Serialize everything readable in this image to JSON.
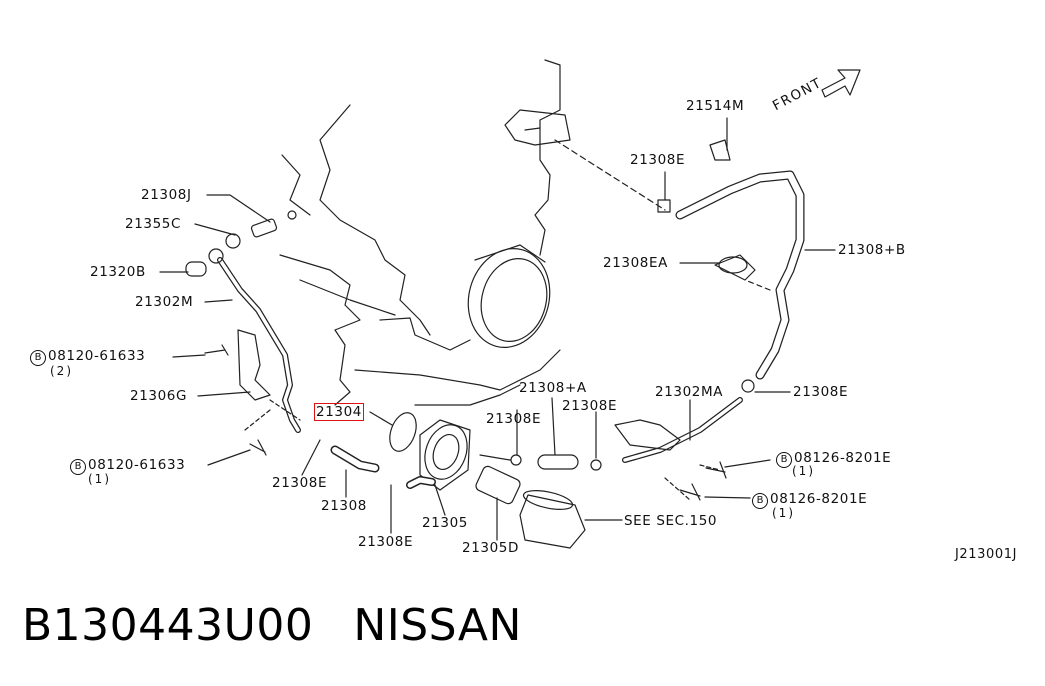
{
  "diagram": {
    "direction_label": "FRONT",
    "labels": {
      "p21308J": "21308J",
      "p21355C": "21355C",
      "p21320B": "21320B",
      "p21302M": "21302M",
      "p08120_top": "08120-61633",
      "p08120_top_qty": "(2)",
      "p21306G": "21306G",
      "p21304": "21304",
      "p08120_bot": "08120-61633",
      "p08120_bot_qty": "(1)",
      "p21308E_a": "21308E",
      "p21308": "21308",
      "p21308E_b": "21308E",
      "p21305": "21305",
      "p21305D": "21305D",
      "p21308E_c": "21308E",
      "p21308pA": "21308+A",
      "p21308E_d": "21308E",
      "see_sec": "SEE SEC.150",
      "p21302MA": "21302MA",
      "p21308E_e": "21308E",
      "p08126_top": "08126-8201E",
      "p08126_top_qty": "(1)",
      "p08126_bot": "08126-8201E",
      "p08126_bot_qty": "(1)",
      "p21514M": "21514M",
      "p21308E_f": "21308E",
      "p21308pB": "21308+B",
      "p21308EA": "21308EA",
      "ref_code": "J213001J",
      "bolt_marker": "B"
    },
    "highlighted_part": "21304",
    "highlight_color": "#e01010"
  },
  "caption": {
    "part_number": "B130443U00",
    "brand": "NISSAN"
  }
}
